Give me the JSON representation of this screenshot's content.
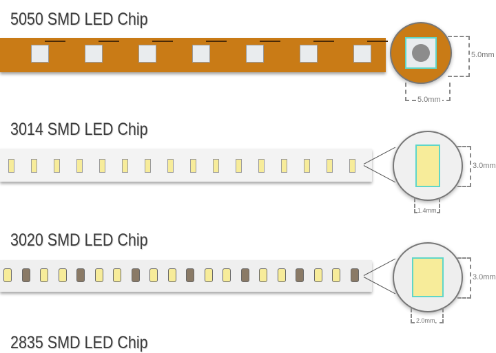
{
  "chips": [
    {
      "title": "5050 SMD LED Chip",
      "height_label": "5.0mm",
      "width_label": "5.0mm",
      "strip_color": "#c97b16",
      "chip_color": "#e9ecee"
    },
    {
      "title": "3014 SMD LED Chip",
      "height_label": "3.0mm",
      "width_label": "1.4mm",
      "strip_color": "#f3f3f3",
      "chip_color": "#f7ec9a"
    },
    {
      "title": "3020 SMD LED Chip",
      "height_label": "3.0mm",
      "width_label": "2.0mm",
      "strip_color": "#efefef",
      "chip_color": "#f7ec9a"
    },
    {
      "title": "2835 SMD LED Chip"
    }
  ]
}
